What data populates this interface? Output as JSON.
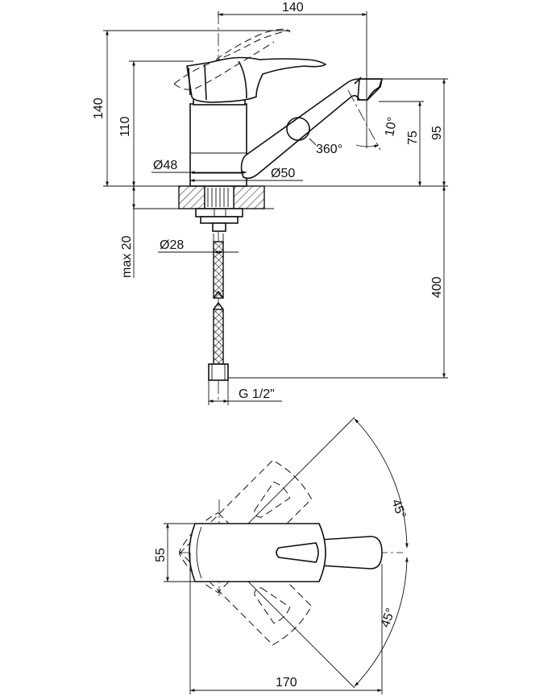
{
  "dimensions": {
    "width_top": "140",
    "height_total": "140",
    "height_body": "110",
    "height_spout": "95",
    "height_spout_tip": "75",
    "angle_tip": "10°",
    "rotation": "360°",
    "diam_body": "Ø48",
    "diam_base": "Ø50",
    "max_thickness": "max 20",
    "diam_shank": "Ø28",
    "hose_length": "400",
    "thread": "G 1/2\"",
    "width_plan": "55",
    "length_plan": "170",
    "angle_upper": "45°",
    "angle_lower": "45°"
  }
}
